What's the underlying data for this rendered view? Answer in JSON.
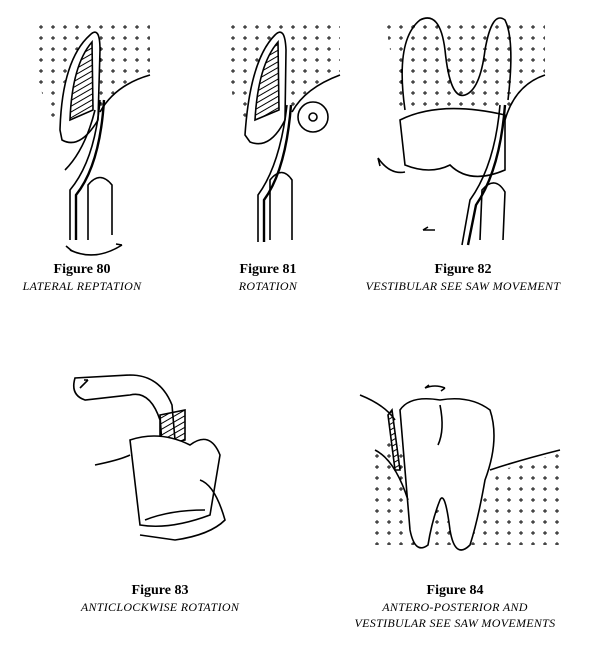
{
  "figures": [
    {
      "number": "Figure 80",
      "title": "LATERAL REPTATION"
    },
    {
      "number": "Figure 81",
      "title": "ROTATION"
    },
    {
      "number": "Figure 82",
      "title": "VESTIBULAR SEE SAW MOVEMENT"
    },
    {
      "number": "Figure 83",
      "title": "ANTICLOCKWISE ROTATION"
    },
    {
      "number": "Figure 84",
      "title_line1": "ANTERO-POSTERIOR AND",
      "title_line2": "VESTIBULAR SEE SAW MOVEMENTS"
    }
  ]
}
